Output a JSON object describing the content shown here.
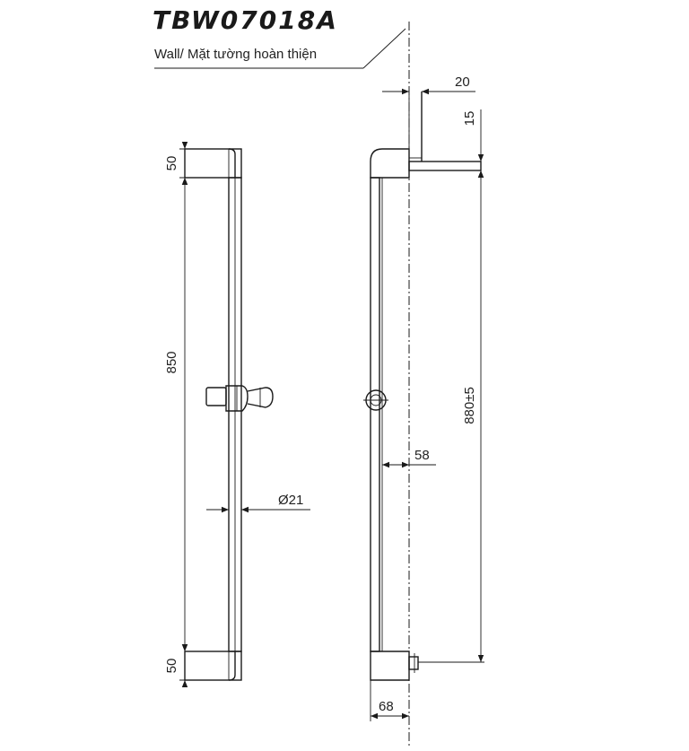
{
  "title": "TBW07018A",
  "wall_label": "Wall/ Mặt tường hoàn thiện",
  "dimensions": {
    "top_cap": "50",
    "bar_length": "850",
    "bottom_cap": "50",
    "diameter": "Ø21",
    "bracket_depth": "20",
    "bracket_offset": "15",
    "center_distance": "880±5",
    "bar_offset": "58",
    "base_width": "68"
  }
}
